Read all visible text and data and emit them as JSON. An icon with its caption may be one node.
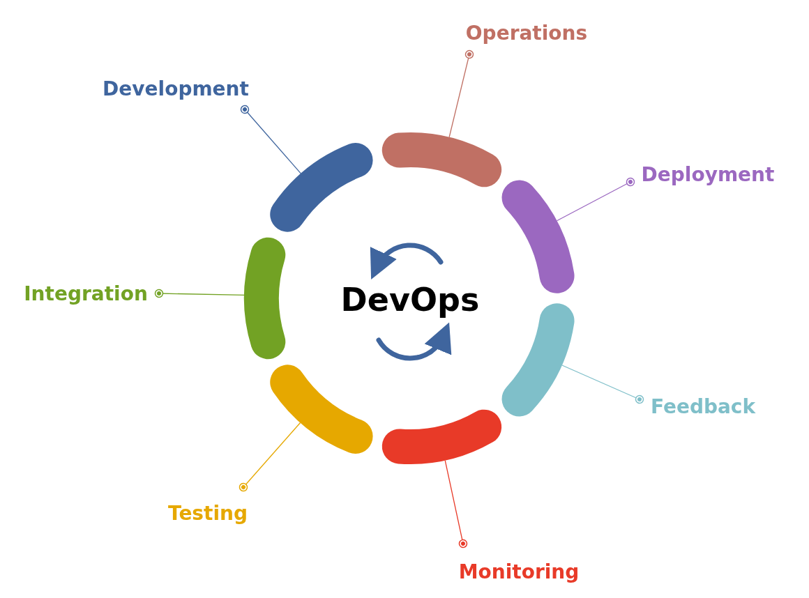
{
  "diagram": {
    "nodes": [
      {
        "text": [
          "Operations"
        ]
      },
      {
        "text": [
          "Development"
        ]
      },
      {
        "text": [
          "Deployment"
        ]
      },
      {
        "text": [
          "Integration"
        ]
      },
      {
        "text": [
          "Feedback"
        ]
      },
      {
        "text": [
          "Testing"
        ]
      },
      {
        "text": [
          "Monitoring"
        ]
      },
      {
        "text": [],
        "shape": "arc"
      },
      {
        "text": [],
        "shape": "arc"
      },
      {
        "text": [],
        "shape": "arc"
      },
      {
        "text": [],
        "shape": "arc"
      },
      {
        "text": [],
        "shape": "arc"
      },
      {
        "text": [],
        "shape": "arc"
      },
      {
        "text": [],
        "shape": "arc"
      }
    ],
    "edges": [
      {
        "from": 0,
        "to": 7,
        "arrow": "other",
        "color": "#c07064"
      },
      {
        "from": 1,
        "to": 8,
        "arrow": "other",
        "color": "#3f659e"
      },
      {
        "from": 2,
        "to": 9,
        "arrow": "other",
        "color": "#9b68c0"
      },
      {
        "from": 3,
        "to": 10,
        "arrow": "other",
        "color": "#72a224"
      },
      {
        "from": 4,
        "to": 11,
        "arrow": "other",
        "color": "#7fbfc9"
      },
      {
        "from": 5,
        "to": 12,
        "arrow": "other",
        "color": "#e6a800"
      },
      {
        "from": 6,
        "to": 13,
        "arrow": "other",
        "color": "#e83a28"
      }
    ],
    "labels": [
      "DevOps"
    ]
  }
}
